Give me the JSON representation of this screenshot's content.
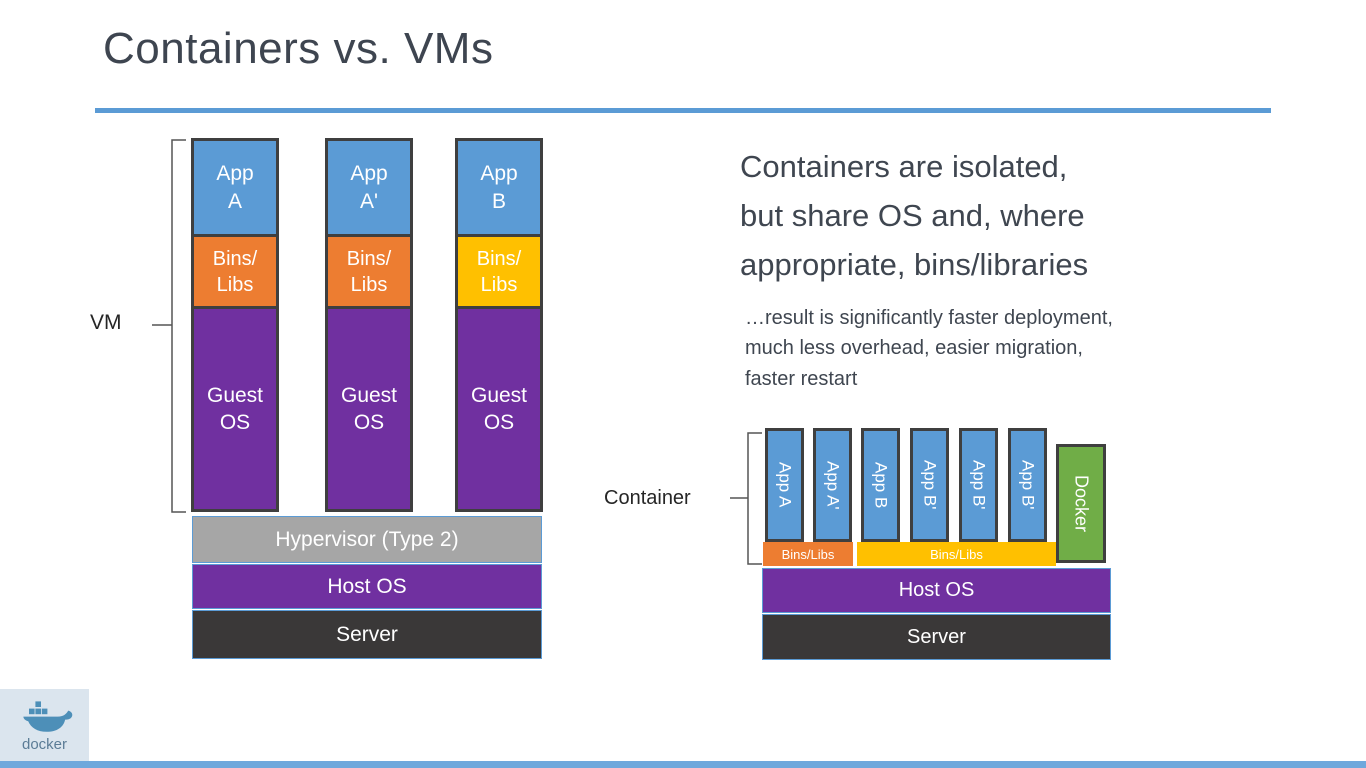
{
  "slide": {
    "title": "Containers vs. VMs"
  },
  "vm_diagram": {
    "label": "VM",
    "stacks": [
      {
        "app": "App\nA",
        "bins": "Bins/\nLibs",
        "guest": "Guest\nOS"
      },
      {
        "app": "App\nA'",
        "bins": "Bins/\nLibs",
        "guest": "Guest\nOS"
      },
      {
        "app": "App\nB",
        "bins": "Bins/\nLibs",
        "guest": "Guest\nOS"
      }
    ],
    "hypervisor": "Hypervisor (Type 2)",
    "host_os": "Host OS",
    "server": "Server"
  },
  "right_text": {
    "heading": "Containers are isolated,\nbut share OS and, where\nappropriate, bins/libraries",
    "body": "…result is significantly faster deployment,\nmuch less overhead, easier migration,\nfaster restart"
  },
  "container_diagram": {
    "label": "Container",
    "apps": [
      "App A",
      "App A'",
      "App B",
      "App B'",
      "App B'",
      "App B'"
    ],
    "docker_label": "Docker",
    "bins_left": "Bins/Libs",
    "bins_right": "Bins/Libs",
    "host_os": "Host OS",
    "server": "Server"
  },
  "footer": {
    "logo_icon": "docker-whale-icon",
    "logo_text": "docker"
  },
  "colors": {
    "accent_blue": "#5b9bd5",
    "app_blue": "#5b9bd5",
    "bins_orange": "#ed7d31",
    "bins_yellow": "#ffc000",
    "os_purple": "#7030a0",
    "hypervisor_gray": "#a6a6a6",
    "server_dark": "#3a3838",
    "docker_green": "#70ad47"
  }
}
